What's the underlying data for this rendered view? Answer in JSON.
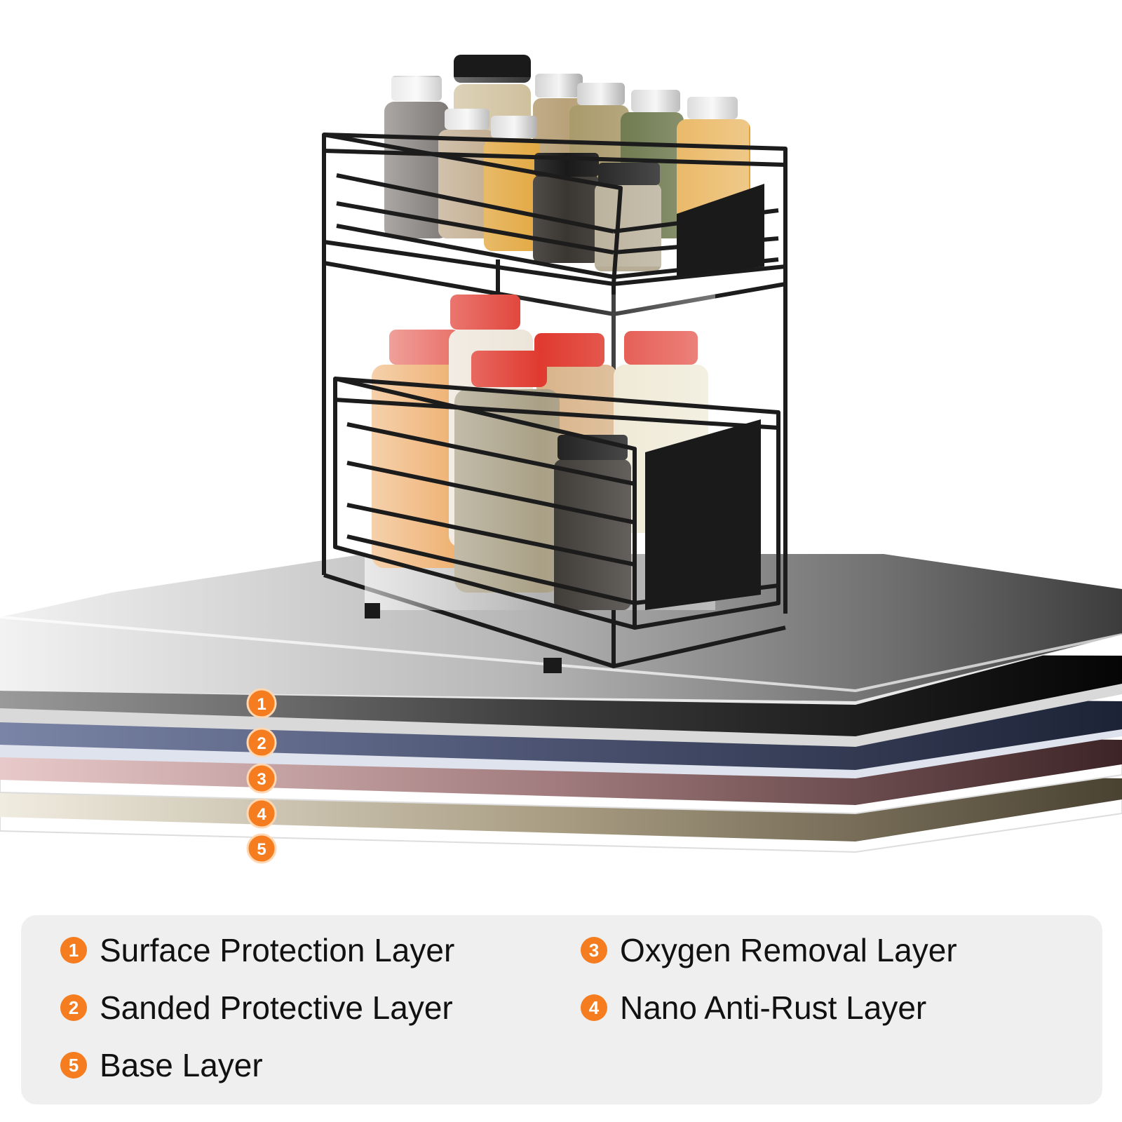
{
  "layer_markers": [
    "1",
    "2",
    "3",
    "4",
    "5"
  ],
  "legend": {
    "items": [
      {
        "number": "1",
        "label": "Surface Protection Layer"
      },
      {
        "number": "2",
        "label": "Sanded Protective Layer"
      },
      {
        "number": "3",
        "label": "Oxygen Removal Layer"
      },
      {
        "number": "4",
        "label": "Nano Anti-Rust Layer"
      },
      {
        "number": "5",
        "label": "Base Layer"
      }
    ]
  },
  "colors": {
    "accent": "#f57c1f",
    "layer_1": "#1a1a1a",
    "layer_2": "#4b5470",
    "layer_3": "#8c6a6e",
    "layer_4": "#9c9480",
    "layer_5": "#ffffff",
    "rack": "#1c1c1c",
    "red_cap": "#e03a2f"
  }
}
